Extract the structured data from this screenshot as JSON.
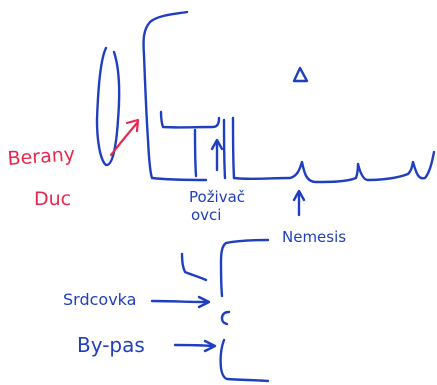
{
  "diagram": {
    "delta_symbol": "Δ",
    "labels": {
      "berany": "Berany",
      "duc": "Duc",
      "pozivat_line1": "Poživač",
      "pozivat_line2": "ovci",
      "nemesis": "Nemesis",
      "srdcovka": "Srdcovka",
      "bypas": "By-pas"
    },
    "colors": {
      "ink_blue": "#1f3fbf",
      "ink_red": "#e8274f",
      "background": "#ffffff"
    }
  }
}
